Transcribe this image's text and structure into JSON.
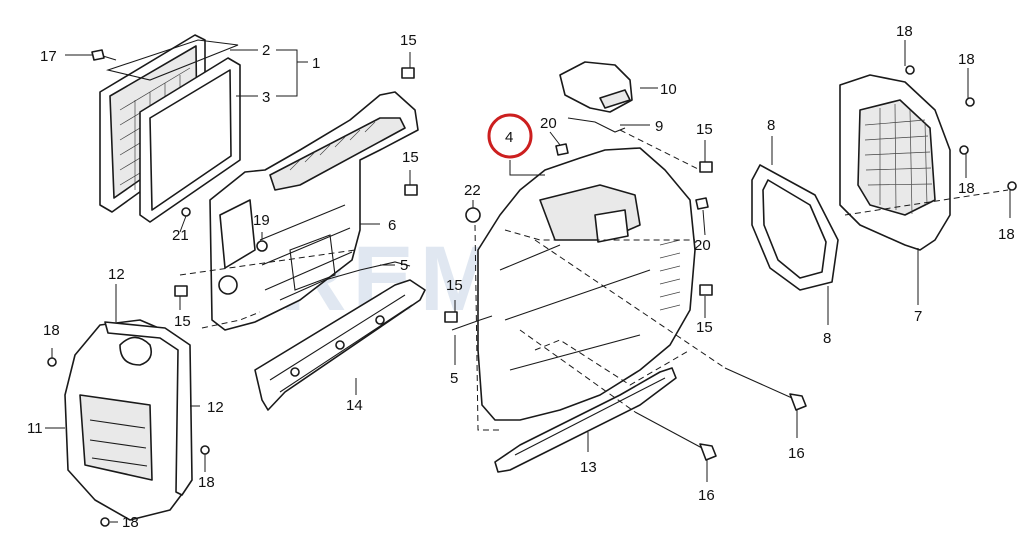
{
  "watermark": "REMAS",
  "highlighted_callout": "4",
  "highlight_color": "#cc1f1f",
  "callouts": {
    "c1": "1",
    "c2": "2",
    "c3": "3",
    "c4": "4",
    "c5a": "5",
    "c5b": "5",
    "c6": "6",
    "c7": "7",
    "c8a": "8",
    "c8b": "8",
    "c9": "9",
    "c10": "10",
    "c11": "11",
    "c12a": "12",
    "c12b": "12",
    "c13": "13",
    "c14": "14",
    "c15a": "15",
    "c15b": "15",
    "c15c": "15",
    "c15d": "15",
    "c15e": "15",
    "c16a": "16",
    "c16b": "16",
    "c17": "17",
    "c18a": "18",
    "c18b": "18",
    "c18c": "18",
    "c18d": "18",
    "c18e": "18",
    "c18f": "18",
    "c18g": "18",
    "c19": "19",
    "c20a": "20",
    "c20b": "20",
    "c21": "21",
    "c22": "22"
  }
}
